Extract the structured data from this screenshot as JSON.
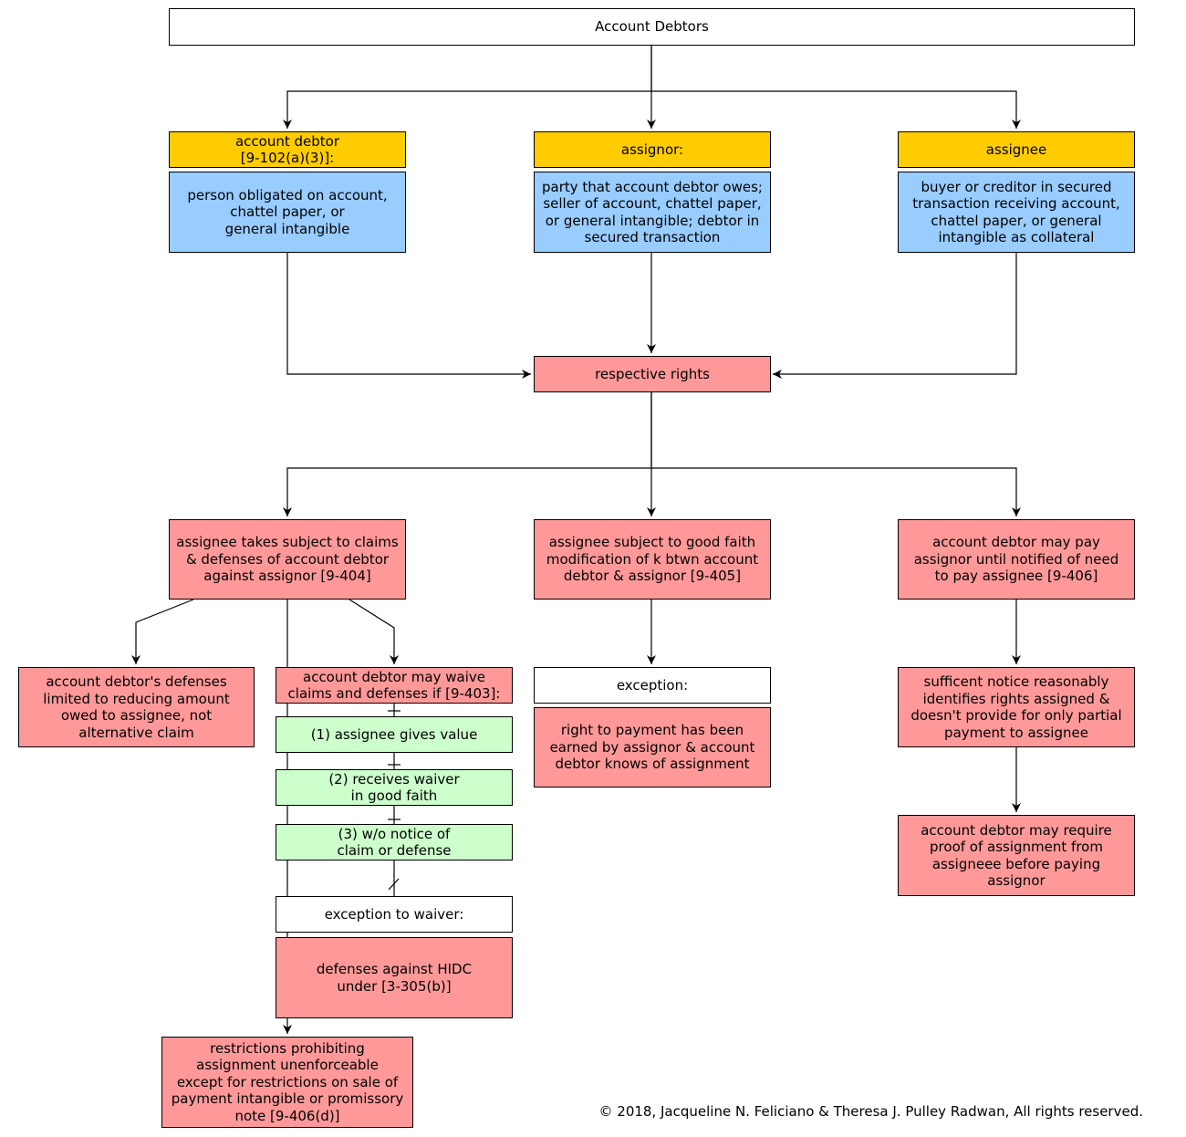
{
  "title": "Account Debtors",
  "parties": {
    "account_debtor": {
      "label": "account debtor\n[9-102(a)(3)]:",
      "definition": "person obligated on account,\nchattel paper, or\ngeneral intangible"
    },
    "assignor": {
      "label": "assignor:",
      "definition": "party that account debtor owes;\nseller of account, chattel paper,\nor general intangible; debtor in\nsecured transaction"
    },
    "assignee": {
      "label": "assignee",
      "definition": "buyer or creditor in secured\ntransaction receiving account,\nchattel paper, or general\nintangible as collateral"
    }
  },
  "respective_rights": "respective rights",
  "rules": {
    "r404": "assignee takes subject to claims\n& defenses of account debtor\nagainst assignor [9-404]",
    "r405": "assignee subject to good faith\nmodification of k btwn account\ndebtor & assignor [9-405]",
    "r406": "account debtor may pay\nassignor until notified of need\nto pay assignee [9-406]"
  },
  "r404_branch": {
    "defenses_limited": "account debtor's defenses\nlimited to reducing amount\nowed to assignee, not\nalternative claim",
    "waive": "account debtor may waive\nclaims and defenses if [9-403]:",
    "conditions": [
      "(1) assignee gives value",
      "(2) receives waiver\nin good faith",
      "(3) w/o notice of\nclaim or defense"
    ],
    "exception_label": "exception to waiver:",
    "exception_text": "defenses against HIDC\nunder [3-305(b)]",
    "restrictions": "restrictions prohibiting\nassignment unenforceable\nexcept for restrictions on sale of\npayment intangible or promissory\nnote [9-406(d)]"
  },
  "r405_branch": {
    "exception_label": "exception:",
    "exception_text": "right to payment has been\nearned by assignor & account\ndebtor knows of assignment"
  },
  "r406_branch": {
    "notice": "sufficent notice reasonably\nidentifies rights assigned &\ndoesn't provide for only partial\npayment to assignee",
    "proof": "account debtor may require\nproof of assignment from\nassigneee before paying\nassignor"
  },
  "copyright": "© 2018, Jacqueline N. Feliciano & Theresa J. Pulley Radwan, All rights reserved.",
  "colors": {
    "title": "#ffffff",
    "party_label": "#ffcc00",
    "party_definition": "#99ccff",
    "rule": "#ff9999",
    "condition": "#ccffcc",
    "exception_label": "#ffffff"
  }
}
